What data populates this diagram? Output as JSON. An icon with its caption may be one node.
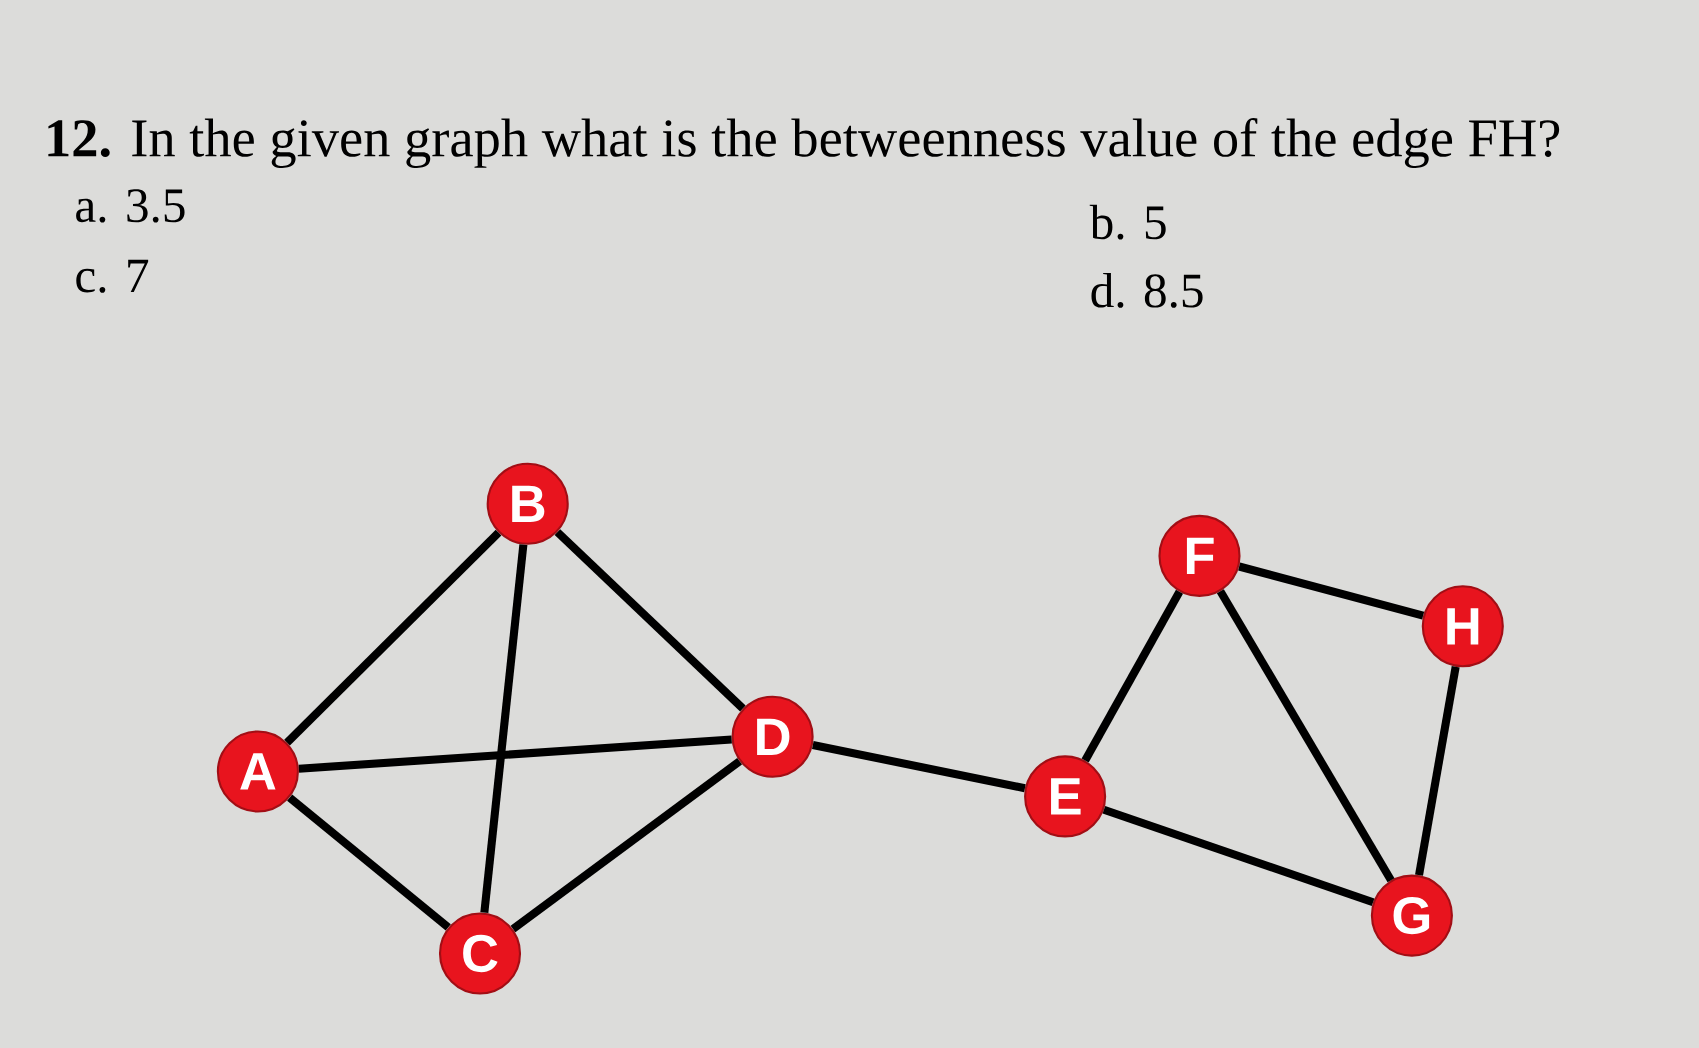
{
  "diagram": {
    "title": "**12.** In the given graph what is the betweenness value of the edge FH?",
    "nodes": [
      {
        "text": [
          "B"
        ]
      },
      {
        "text": [
          "F"
        ]
      },
      {
        "text": [
          "H"
        ]
      },
      {
        "text": [
          "D"
        ]
      },
      {
        "text": [
          "A"
        ]
      },
      {
        "text": [
          "E"
        ]
      },
      {
        "text": [
          "G"
        ]
      },
      {
        "text": [
          "C"
        ]
      }
    ],
    "edges": [
      {
        "from": 4,
        "to": 0,
        "arrow": "none"
      },
      {
        "from": 4,
        "to": 7,
        "arrow": "none"
      },
      {
        "from": 4,
        "to": 3,
        "arrow": "none"
      },
      {
        "from": 0,
        "to": 7,
        "arrow": "none"
      },
      {
        "from": 0,
        "to": 3,
        "arrow": "none"
      },
      {
        "from": 7,
        "to": 3,
        "arrow": "none"
      },
      {
        "from": 3,
        "to": 5,
        "arrow": "none"
      },
      {
        "from": 5,
        "to": 1,
        "arrow": "none"
      },
      {
        "from": 5,
        "to": 6,
        "arrow": "none"
      },
      {
        "from": 1,
        "to": 2,
        "arrow": "none"
      },
      {
        "from": 1,
        "to": 6,
        "arrow": "none"
      },
      {
        "from": 2,
        "to": 6,
        "arrow": "none"
      }
    ],
    "labels": [
      "a. 3.5",
      "b. 5",
      "c. 7",
      "d. 8.5"
    ]
  }
}
